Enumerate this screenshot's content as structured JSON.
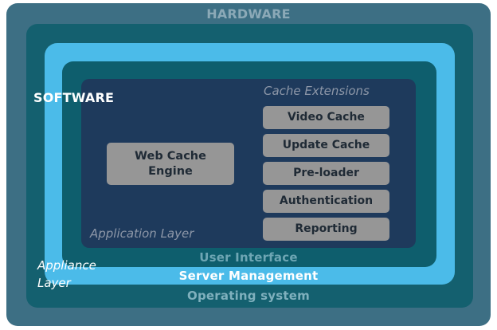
{
  "layers": {
    "hardware": "HARDWARE",
    "software": "SOFTWARE",
    "operating_system": "Operating system",
    "server_management": "Server Management",
    "user_interface": "User Interface",
    "appliance_layer": [
      "Appliance",
      "Layer"
    ],
    "application_layer": "Application Layer"
  },
  "core": {
    "engine": [
      "Web Cache",
      "Engine"
    ]
  },
  "cache_extensions": {
    "title": "Cache Extensions",
    "items": [
      "Video Cache",
      "Update Cache",
      "Pre-loader",
      "Authentication",
      "Reporting"
    ]
  },
  "colors": {
    "hardware": "#3d6f84",
    "operating_system": "#14606f",
    "appliance": "#4bbbe9",
    "user_interface": "#0e5e6d",
    "application": "#1e3a5c",
    "module": "#969696"
  }
}
